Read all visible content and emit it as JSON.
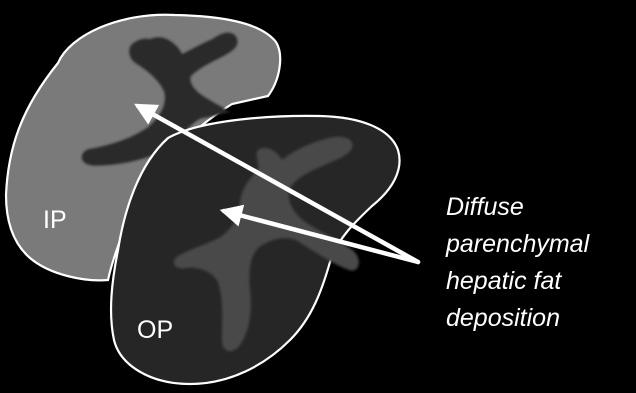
{
  "labels": {
    "in_phase": "IP",
    "opposed_phase": "OP"
  },
  "caption": {
    "lines": [
      "Diffuse",
      "parenchymal",
      "hepatic fat",
      "deposition"
    ]
  },
  "colors": {
    "background": "#000000",
    "ip_liver_fill": "#7a7a7a",
    "ip_vessel_fill": "#2a2a2a",
    "op_liver_fill": "#262626",
    "op_vessel_fill": "#4a4a4a",
    "outline": "#ffffff",
    "arrow": "#ffffff"
  }
}
